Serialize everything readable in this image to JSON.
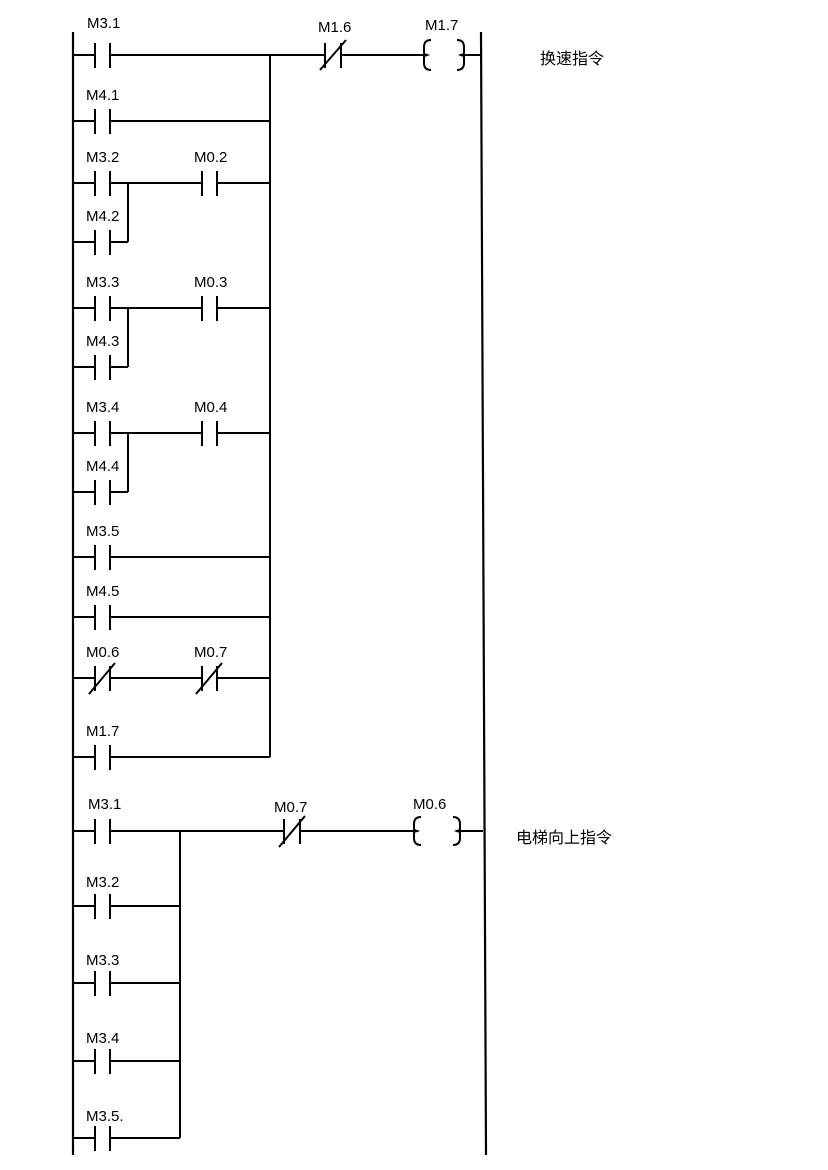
{
  "rung1": {
    "contacts": {
      "m31": "M3.1",
      "m41": "M4.1",
      "m32": "M3.2",
      "m02": "M0.2",
      "m42": "M4.2",
      "m33": "M3.3",
      "m03": "M0.3",
      "m43": "M4.3",
      "m34": "M3.4",
      "m04": "M0.4",
      "m44": "M4.4",
      "m35": "M3.5",
      "m45": "M4.5",
      "m06": "M0.6",
      "m07": "M0.7",
      "m17": "M1.7",
      "m16": "M1.6"
    },
    "coil": "M1.7",
    "comment": "换速指令"
  },
  "rung2": {
    "contacts": {
      "m31": "M3.1",
      "m32": "M3.2",
      "m33": "M3.3",
      "m34": "M3.4",
      "m35": "M3.5.",
      "m07": "M0.7"
    },
    "coil": "M0.6",
    "comment": "电梯向上指令"
  }
}
